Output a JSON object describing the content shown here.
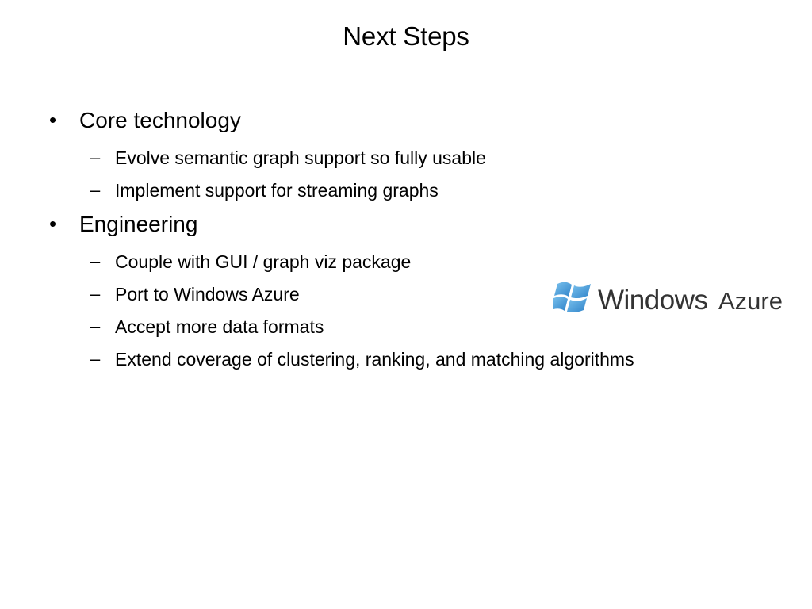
{
  "title": "Next Steps",
  "bullets": [
    {
      "text": "Core technology",
      "subitems": [
        "Evolve semantic graph support so fully usable",
        "Implement support for streaming graphs"
      ]
    },
    {
      "text": "Engineering",
      "subitems": [
        "Couple with GUI / graph viz package",
        "Port to Windows Azure",
        "Accept more data formats",
        "Extend coverage of clustering, ranking, and matching algorithms"
      ]
    }
  ],
  "markers": {
    "level1": "•",
    "level2": "–"
  },
  "logo": {
    "icon": "windows-flag-icon",
    "text_main": "Windows",
    "text_sub": "Azure"
  },
  "colors": {
    "flag_blue": "#2f83c9",
    "flag_light": "#7cc3ee",
    "logo_text": "#333333"
  }
}
